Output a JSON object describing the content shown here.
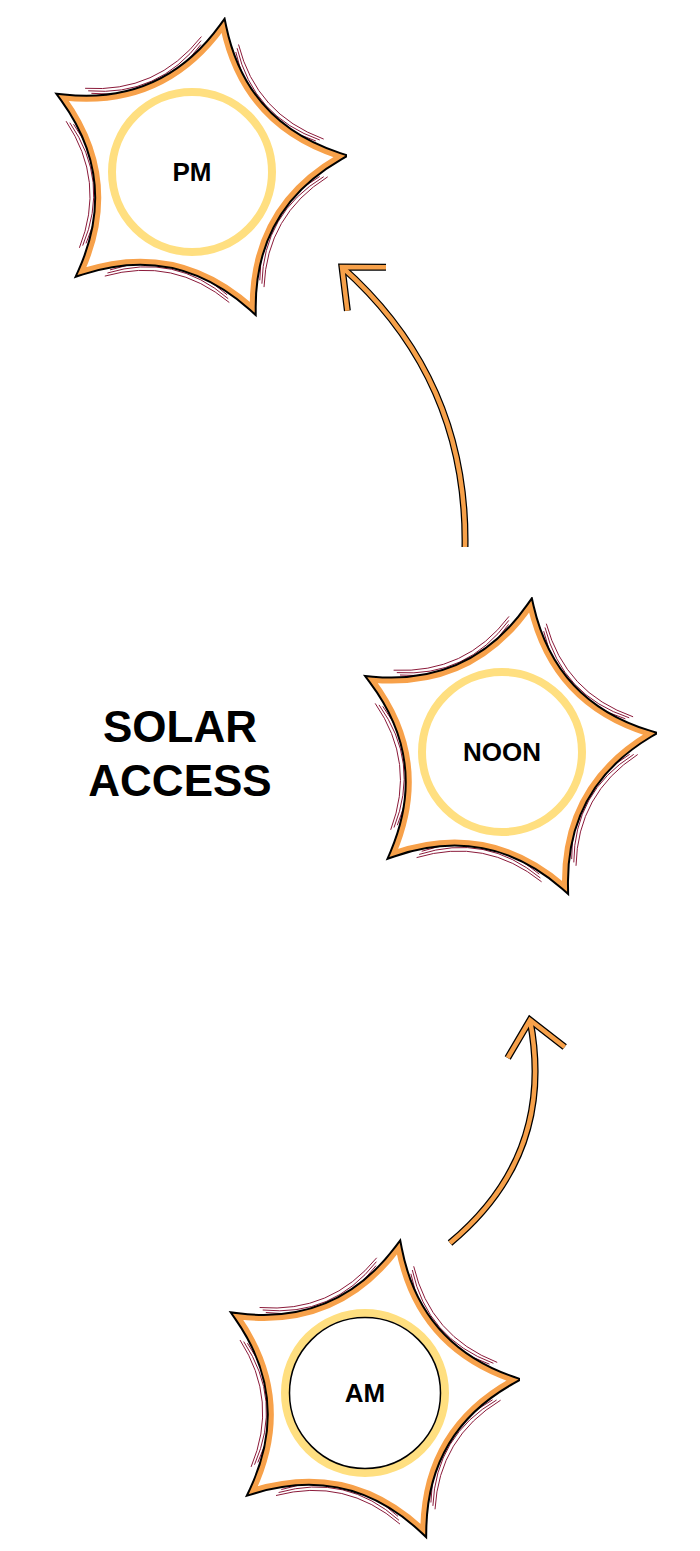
{
  "diagram": {
    "title": "SOLAR ACCESS",
    "nodes": [
      {
        "text": [
          "PM"
        ]
      },
      {
        "text": [
          "NOON"
        ]
      },
      {
        "text": [
          "AM"
        ]
      }
    ],
    "edges": [
      {
        "from": 2,
        "to": 1,
        "arrow": "to"
      },
      {
        "from": 1,
        "to": 0,
        "arrow": "to"
      }
    ]
  }
}
